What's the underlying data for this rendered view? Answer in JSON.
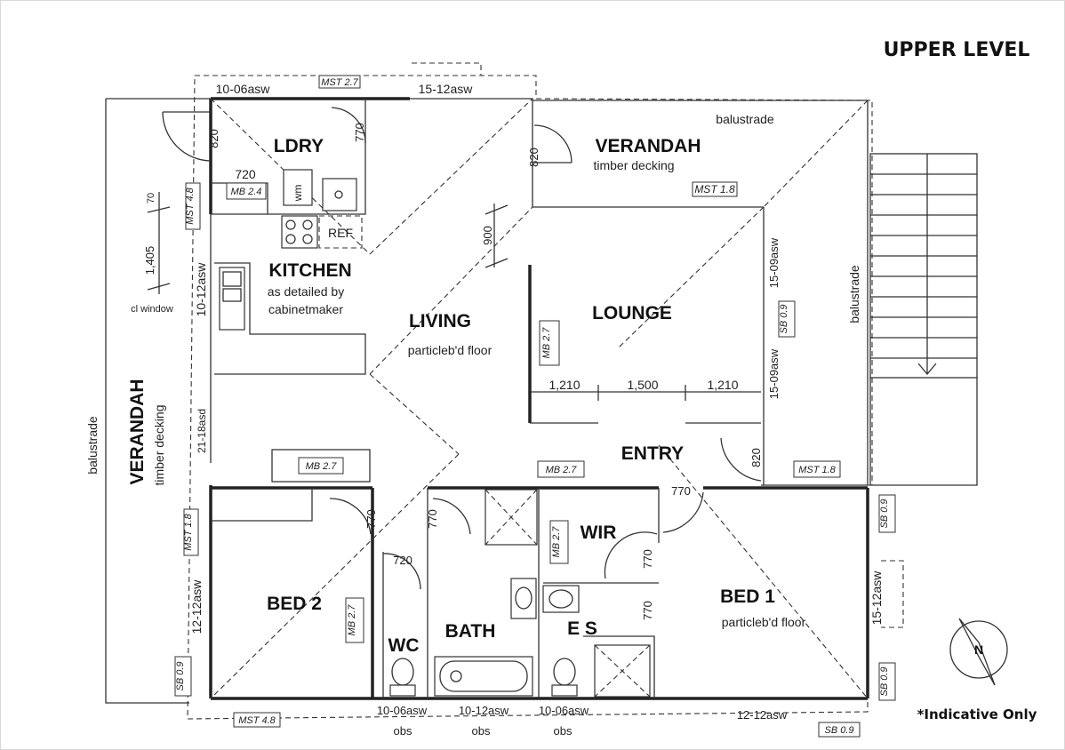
{
  "title": "UPPER LEVEL",
  "disclaimer": "*Indicative Only",
  "compass_label": "N",
  "rooms": {
    "ldry": "LDRY",
    "verandah_top": "VERANDAH",
    "verandah_top_sub": "timber decking",
    "kitchen": "KITCHEN",
    "kitchen_sub1": "as detailed by",
    "kitchen_sub2": "cabinetmaker",
    "living": "LIVING",
    "living_sub": "particleb'd floor",
    "lounge": "LOUNGE",
    "entry": "ENTRY",
    "wir": "WIR",
    "bed2": "BED 2",
    "bed1": "BED 1",
    "bed1_sub": "particleb'd floor",
    "bath": "BATH",
    "wc": "WC",
    "es": "E S",
    "verandah_left": "VERANDAH",
    "verandah_left_sub": "timber decking"
  },
  "fixtures": {
    "wm": "wm",
    "ref": "REF"
  },
  "notes": {
    "balustrade_top": "balustrade",
    "balustrade_right": "balustrade",
    "balustrade_left": "balustrade",
    "cl_window": "cl window"
  },
  "windows": {
    "top_left": "10-06asw",
    "top_mid": "15-12asw",
    "left_kitchen": "10-12asw",
    "left_mid": "21-18asd",
    "left_bed2": "12-12asw",
    "right_lounge_top": "15-09asw",
    "right_lounge_bot": "15-09asw",
    "right_bed1": "15-12asw",
    "bottom_wc": "10-06asw",
    "bottom_bath": "10-12asw",
    "bottom_es": "10-06asw",
    "bottom_bed1": "12-12asw",
    "obs_wc": "obs",
    "obs_bath": "obs",
    "obs_es": "obs"
  },
  "dimensions": {
    "ldry_door": "820",
    "ldry_door2": "770",
    "ldry_inner": "720",
    "veranda_door": "820",
    "seventy": "70",
    "dim_1405": "1,405",
    "dim_900": "900",
    "dim_1210a": "1,210",
    "dim_1500": "1,500",
    "dim_1210b": "1,210",
    "entry_door": "820",
    "entry_770": "770",
    "bed2_door": "770",
    "bath_door": "770",
    "wc_door": "720",
    "wir_770": "770",
    "es_770": "770"
  },
  "tags": {
    "mst_top": "MST 2.7",
    "mst_veranda": "MST 1.8",
    "mst_left_top": "MST 4.8",
    "mb_ldry": "MB 2.4",
    "mb_lounge": "MB 2.7",
    "sb_lounge": "SB 0.9",
    "mb_kitchen": "MB 2.7",
    "mb_entry": "MB 2.7",
    "mst_entry": "MST 1.8",
    "mst_left_mid": "MST 1.8",
    "mb_wir": "MB 2.7",
    "mb_bed2": "MB 2.7",
    "sb_left_bot": "SB 0.9",
    "mst_bottom": "MST 4.8",
    "sb_bottom": "SB 0.9",
    "sb_right_top": "SB 0.9",
    "sb_right_bot": "SB 0.9"
  }
}
